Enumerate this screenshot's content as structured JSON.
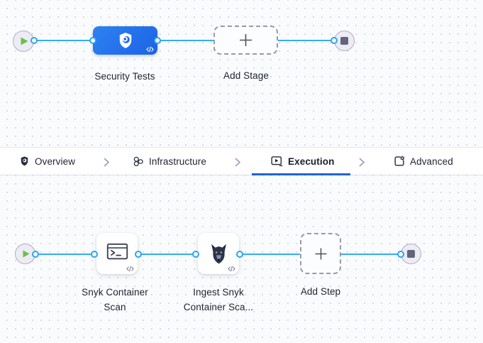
{
  "pipeline": {
    "stage_flow": {
      "stage_label": "Security Tests",
      "add_stage_label": "Add Stage"
    },
    "tabs": [
      {
        "label": "Overview",
        "icon": "shield-icon",
        "active": false
      },
      {
        "label": "Infrastructure",
        "icon": "infrastructure-icon",
        "active": false
      },
      {
        "label": "Execution",
        "icon": "execution-icon",
        "active": true
      },
      {
        "label": "Advanced",
        "icon": "advanced-icon",
        "active": false
      }
    ],
    "step_flow": {
      "steps": [
        {
          "label_line1": "Snyk Container",
          "label_line2": "Scan",
          "icon": "terminal-icon"
        },
        {
          "label_line1": "Ingest Snyk",
          "label_line2": "Container Sca...",
          "icon": "snyk-dog-icon"
        }
      ],
      "add_step_label": "Add Step"
    }
  },
  "colors": {
    "connector_line": "#35ADF0",
    "active_tab_underline": "#2064D4",
    "stage_gradient_start": "#2E82F1",
    "stage_gradient_end": "#1C63E6",
    "play_triangle": "#67BF4D",
    "stop_square": "#63667A"
  }
}
